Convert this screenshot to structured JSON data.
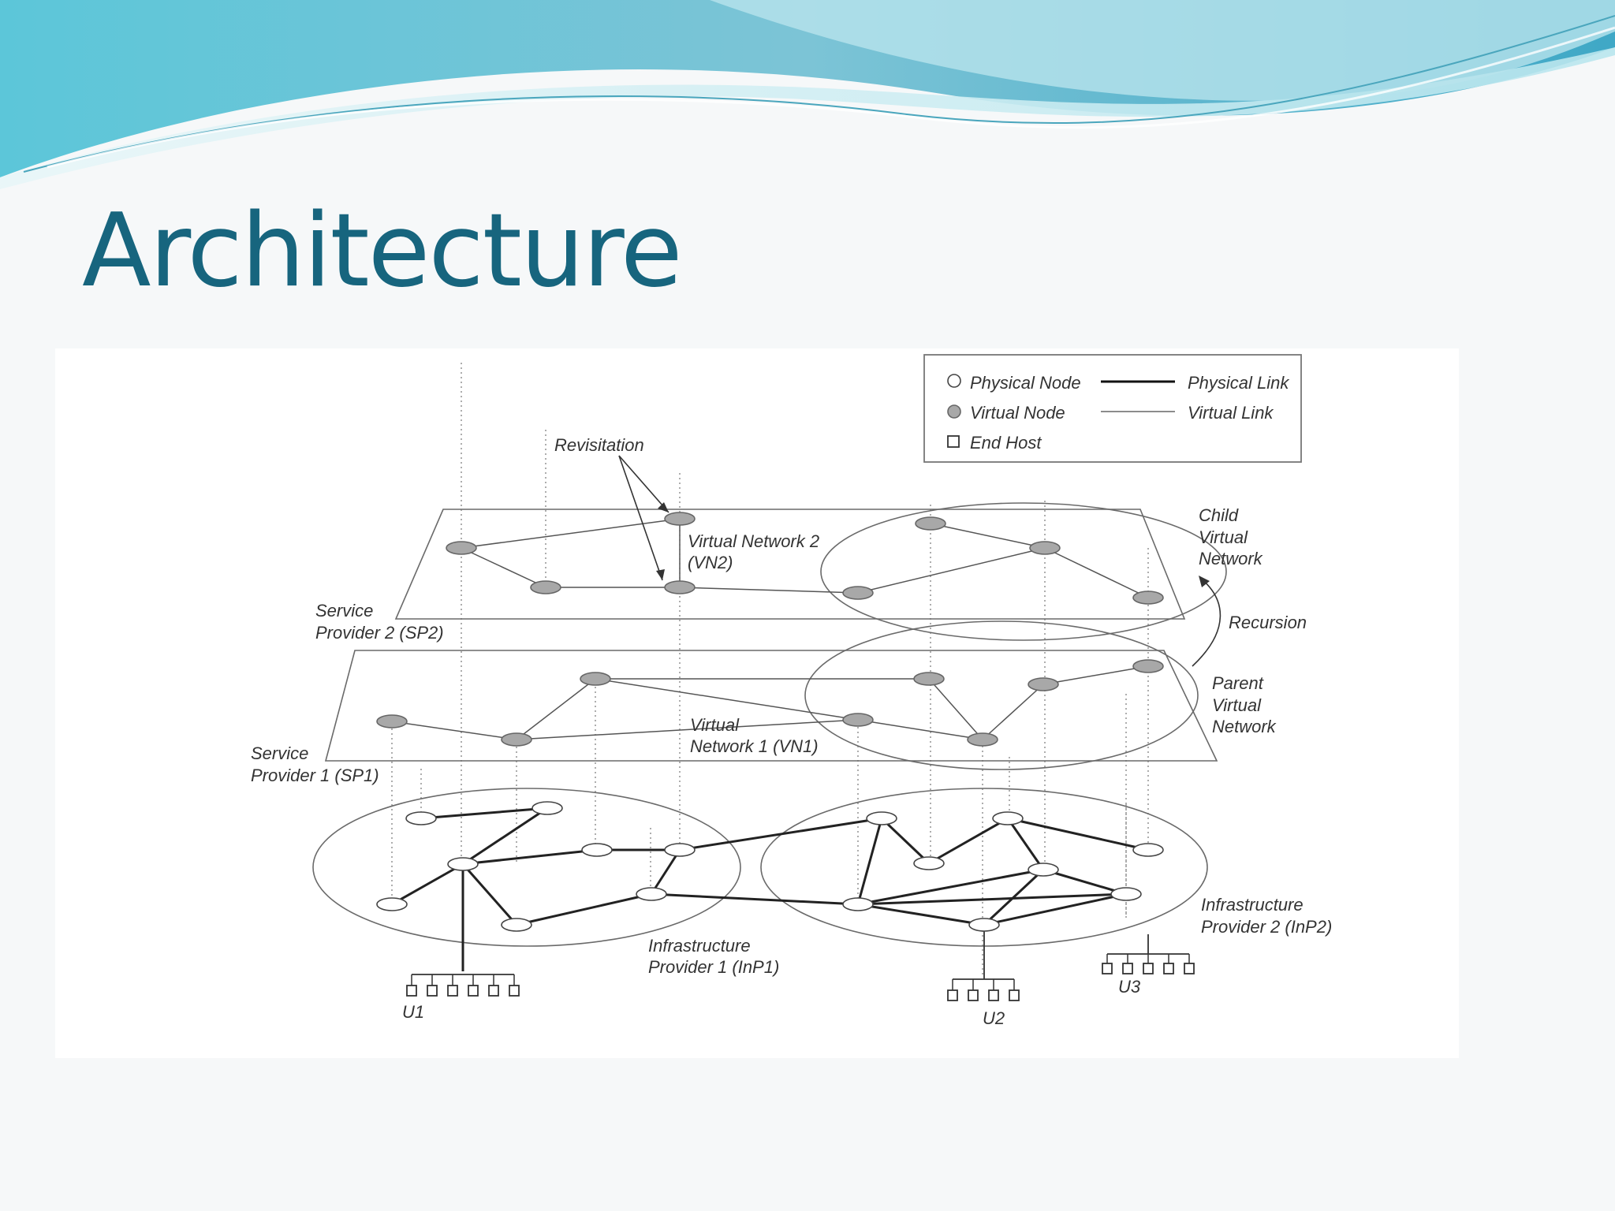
{
  "slide": {
    "title": "Architecture"
  },
  "colors": {
    "title": "#17657e",
    "banner_dark": "#5fbfd3",
    "banner_light": "#9fdde8",
    "physical_node_fill": "#ffffff",
    "virtual_node_fill": "#a8a8a8"
  },
  "diagram": {
    "legend": {
      "physical_node": "Physical Node",
      "virtual_node": "Virtual Node",
      "end_host": "End Host",
      "physical_link": "Physical Link",
      "virtual_link": "Virtual Link"
    },
    "labels": {
      "revisitation": "Revisitation",
      "vn2": [
        "Virtual Network 2",
        "(VN2)"
      ],
      "vn1": [
        "Virtual",
        "Network 1 (VN1)"
      ],
      "sp2": [
        "Service",
        "Provider 2 (SP2)"
      ],
      "sp1": [
        "Service",
        "Provider 1 (SP1)"
      ],
      "child_vn": [
        "Child",
        "Virtual",
        "Network"
      ],
      "recursion": "Recursion",
      "parent_vn": [
        "Parent",
        "Virtual",
        "Network"
      ],
      "inp1": [
        "Infrastructure",
        "Provider 1 (InP1)"
      ],
      "inp2": [
        "Infrastructure",
        "Provider 2 (InP2)"
      ],
      "u1": "U1",
      "u2": "U2",
      "u3": "U3"
    }
  }
}
